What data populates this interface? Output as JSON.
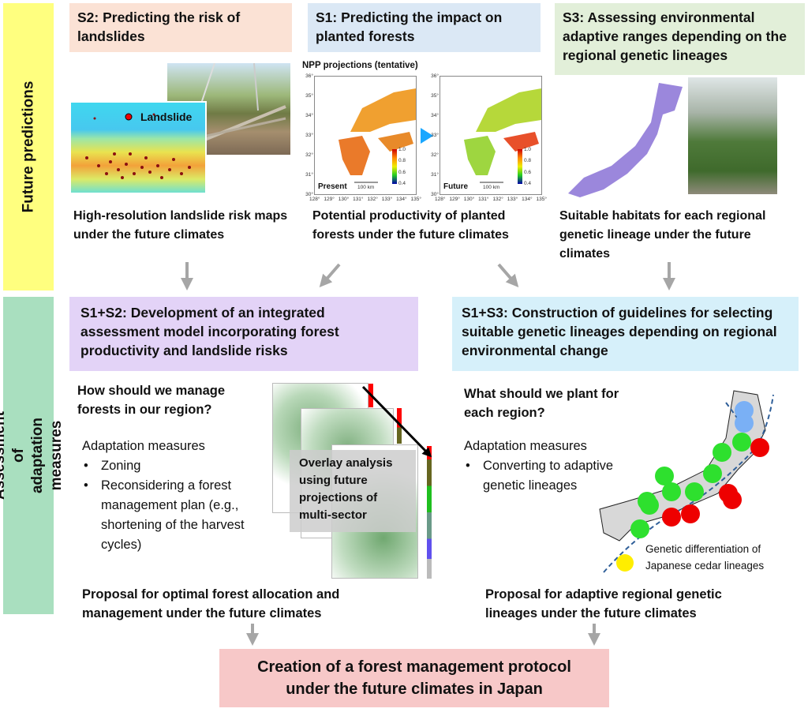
{
  "sidebar": {
    "future": "Future predictions",
    "assessment": "Assessment of adaptation measures"
  },
  "s2": {
    "title": "S2: Predicting the risk of landslides",
    "map_label": "Landslide",
    "caption": "High-resolution landslide risk maps under the future climates"
  },
  "s1": {
    "title": "S1: Predicting the impact on planted forests",
    "npp_title": "NPP projections (tentative)",
    "present": "Present",
    "future": "Future",
    "scale": "100 km",
    "legend_ticks": [
      "1.0",
      "0.8",
      "0.6",
      "0.4"
    ],
    "lat_ticks": [
      "36°",
      "35°",
      "34°",
      "33°",
      "32°",
      "31°",
      "30°"
    ],
    "lon_ticks": [
      "128°",
      "129°",
      "130°",
      "131°",
      "132°",
      "133°",
      "134°",
      "135°"
    ],
    "caption": "Potential productivity of planted forests under the future climates"
  },
  "s3": {
    "title": "S3: Assessing environmental adaptive ranges depending on the regional genetic lineages",
    "caption": "Suitable habitats for each regional genetic lineage under the future climates"
  },
  "s12": {
    "title": "S1+S2: Development of an integrated assessment model incorporating forest productivity and landslide risks",
    "question": "How should we manage forests in our region?",
    "measures_title": "Adaptation measures",
    "measures": [
      "Zoning",
      "Reconsidering a forest management plan (e.g., shortening of the harvest cycles)"
    ],
    "overlay": "Overlay analysis using future projections of multi-sector",
    "proposal": "Proposal for optimal forest allocation and management under the future climates"
  },
  "s13": {
    "title": "S1+S3: Construction of guidelines for selecting suitable genetic lineages depending on regional environmental change",
    "question": "What should we plant for each region?",
    "measures_title": "Adaptation measures",
    "measures": [
      "Converting to adaptive genetic lineages"
    ],
    "map_caption": "Genetic differentiation of Japanese cedar lineages",
    "proposal": "Proposal for adaptive regional genetic lineages under the future climates"
  },
  "final": "Creation of a forest management protocol under the future climates in Japan",
  "colors": {
    "yellow": "#ffff7f",
    "green": "#a9dfbf",
    "peach": "#fbe2d5",
    "blue": "#dbe8f5",
    "lightgreen": "#e2efd9",
    "purple": "#e3d3f7",
    "cyan": "#d6f0fa",
    "pink": "#f7c8c8",
    "arrow": "#a6a6a6"
  }
}
